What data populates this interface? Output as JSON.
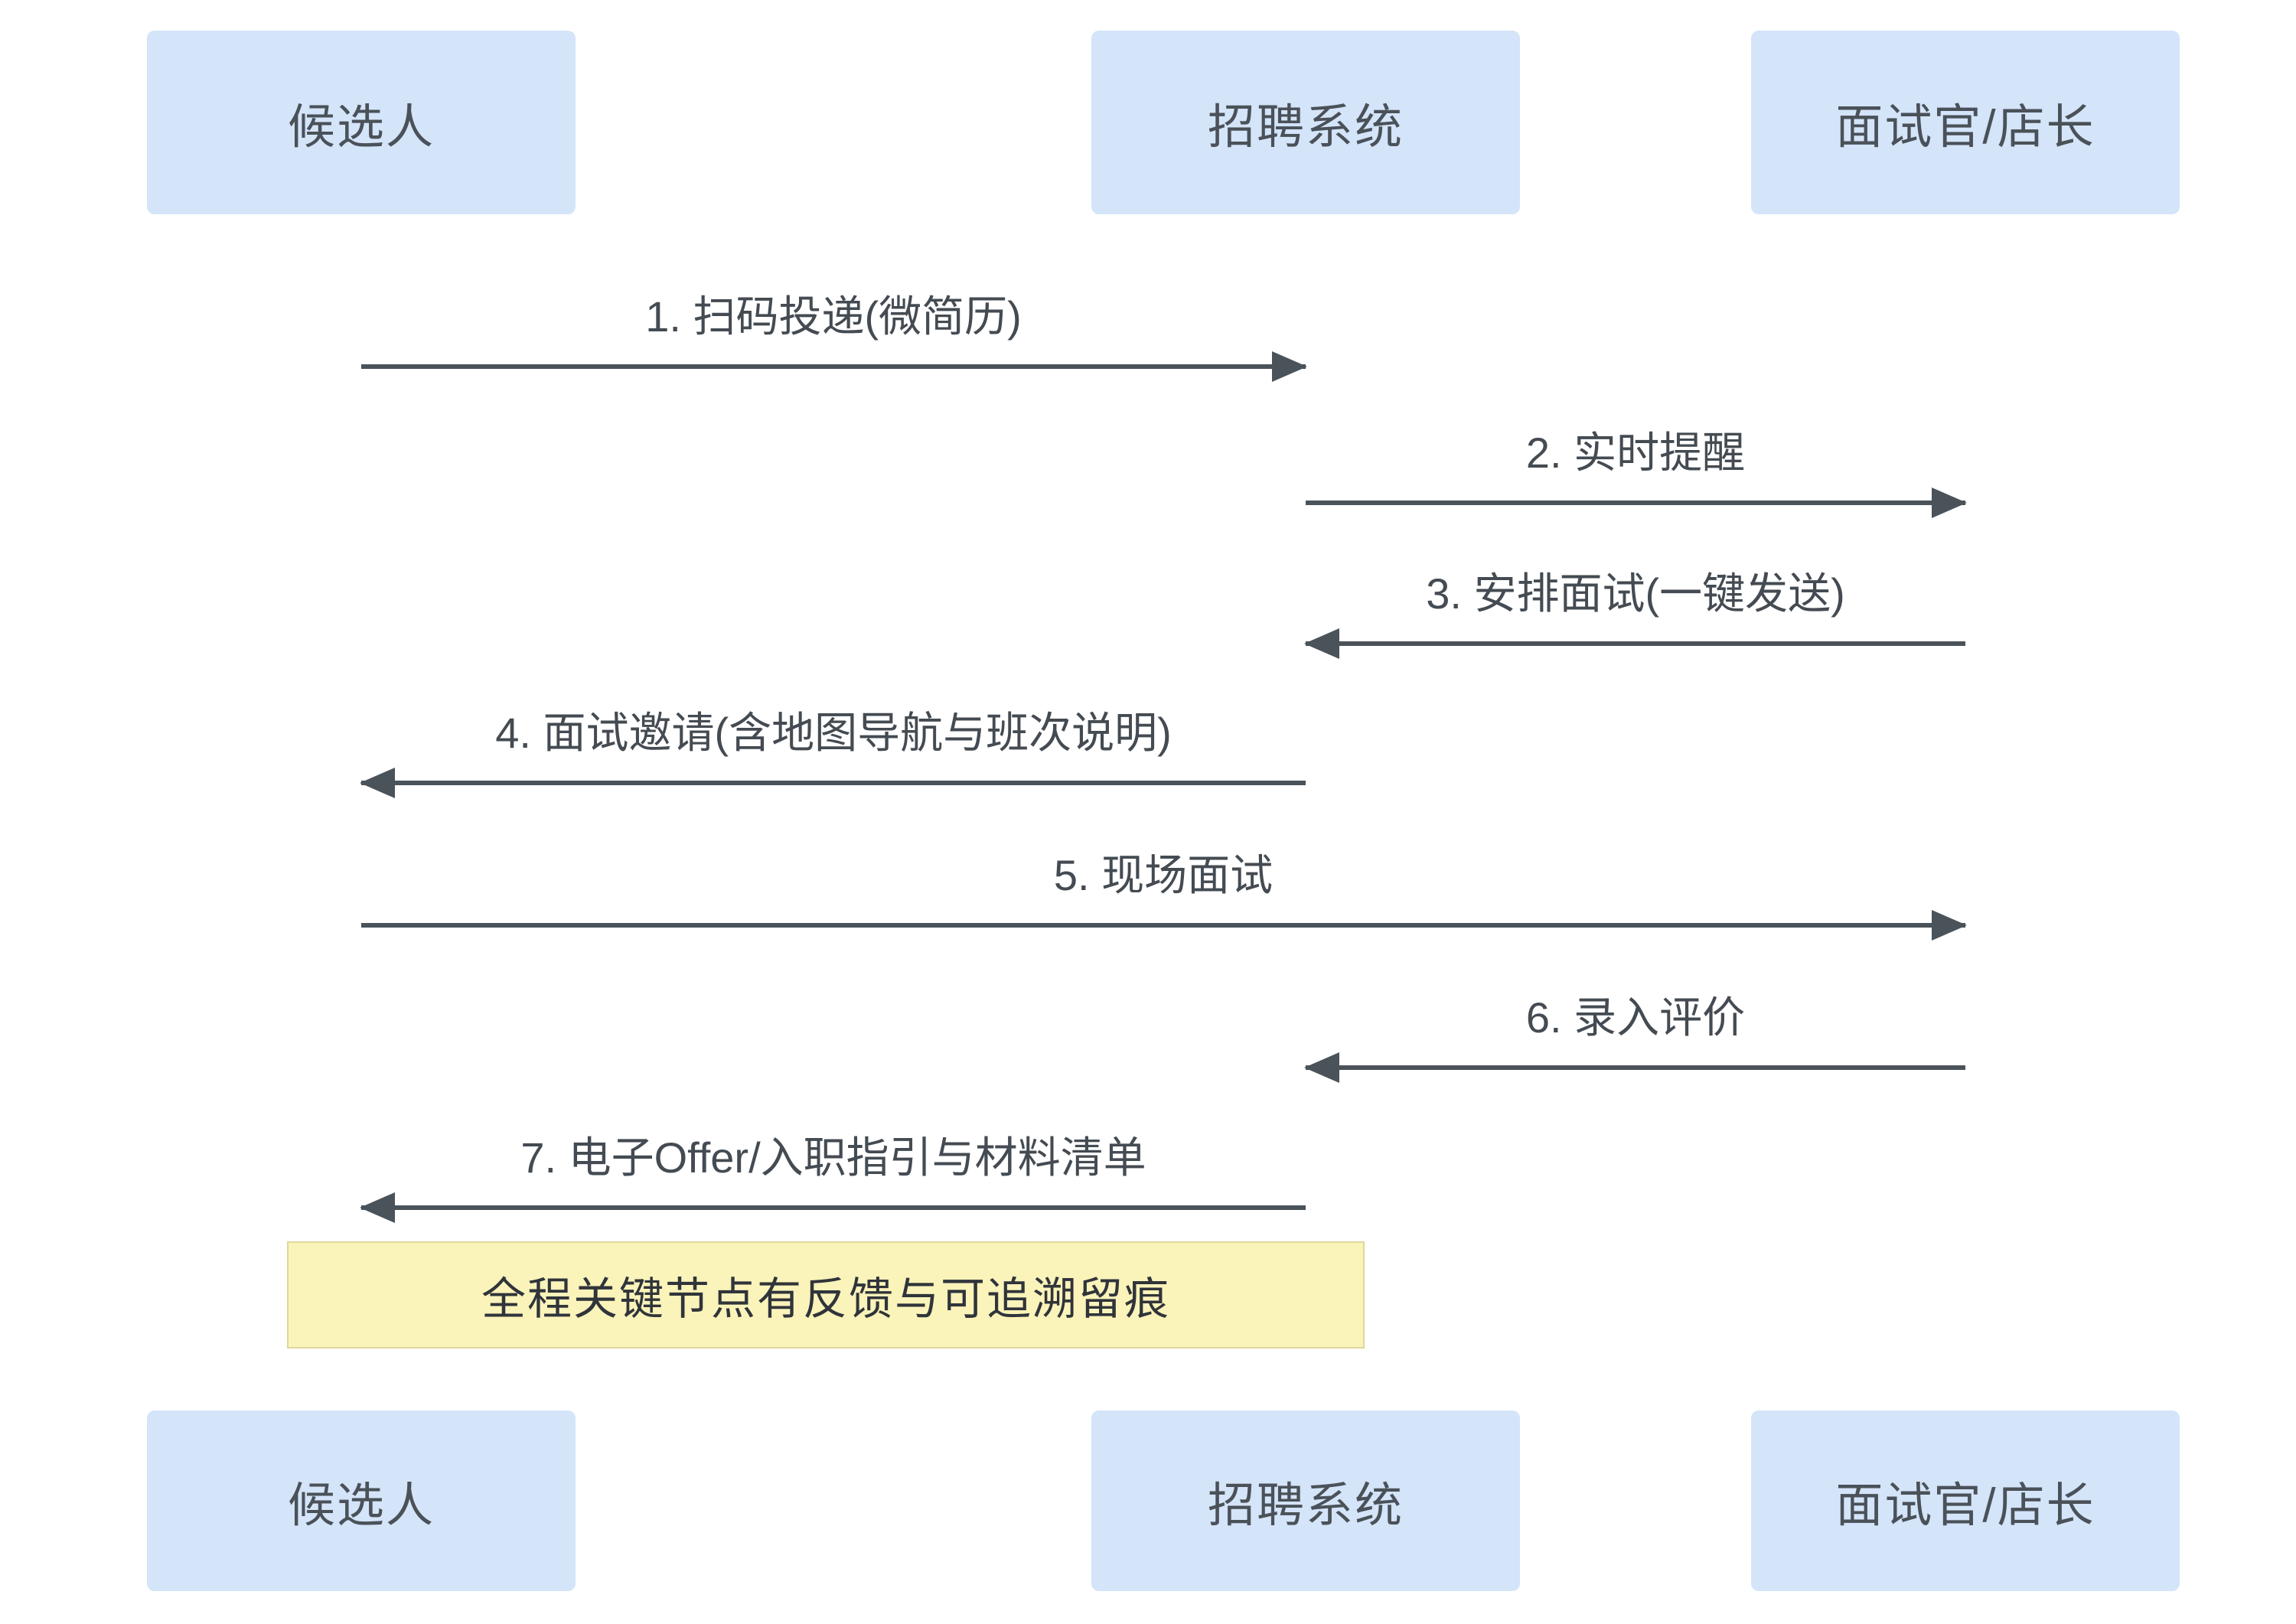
{
  "diagram": {
    "type": "sequence-diagram",
    "actors": [
      {
        "id": "candidate",
        "label": "候选人"
      },
      {
        "id": "recruiting-system",
        "label": "招聘系统"
      },
      {
        "id": "interviewer",
        "label": "面试官/店长"
      }
    ],
    "messages": [
      {
        "seq": 1,
        "label": "1. 扫码投递(微简历)",
        "from": "候选人",
        "to": "招聘系统",
        "direction": "right"
      },
      {
        "seq": 2,
        "label": "2. 实时提醒",
        "from": "招聘系统",
        "to": "面试官/店长",
        "direction": "right"
      },
      {
        "seq": 3,
        "label": "3. 安排面试(一键发送)",
        "from": "面试官/店长",
        "to": "招聘系统",
        "direction": "left"
      },
      {
        "seq": 4,
        "label": "4. 面试邀请(含地图导航与班次说明)",
        "from": "招聘系统",
        "to": "候选人",
        "direction": "left"
      },
      {
        "seq": 5,
        "label": "5. 现场面试",
        "from": "候选人",
        "to": "面试官/店长",
        "direction": "right"
      },
      {
        "seq": 6,
        "label": "6. 录入评价",
        "from": "面试官/店长",
        "to": "招聘系统",
        "direction": "left"
      },
      {
        "seq": 7,
        "label": "7. 电子Offer/入职指引与材料清单",
        "from": "招聘系统",
        "to": "候选人",
        "direction": "left"
      }
    ],
    "note": {
      "label": "全程关键节点有反馈与可追溯留痕"
    },
    "colors": {
      "background": "#FFFFFF",
      "actor_fill": "#D4E4F9",
      "actor_text": "#4A5158",
      "arrow": "#4A525A",
      "label_text": "#444B52",
      "note_fill": "#FAF3BA",
      "note_border": "#DFD89B",
      "note_text": "#30343A"
    }
  }
}
